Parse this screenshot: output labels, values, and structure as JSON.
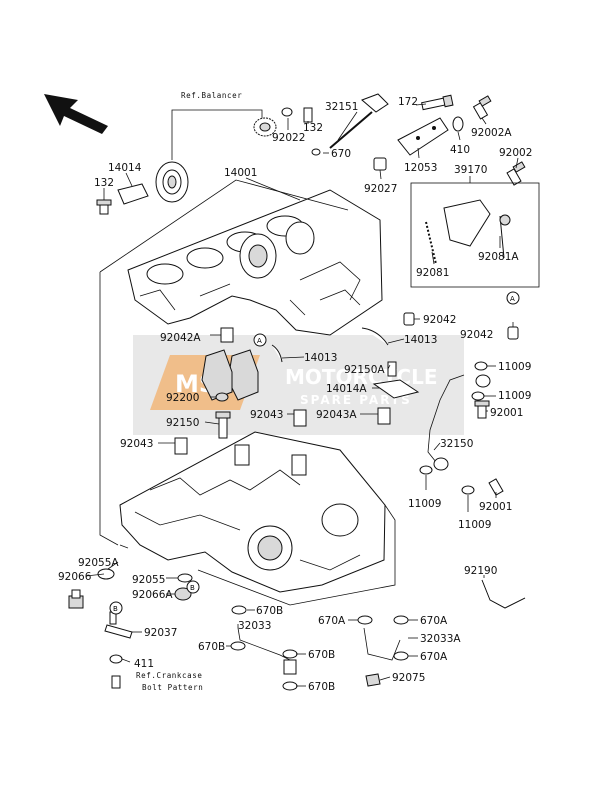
{
  "refs": {
    "balancer": "Ref.Balancer",
    "crankcase_line1": "Ref.Crankcase",
    "crankcase_line2": "Bolt Pattern"
  },
  "watermark": {
    "brand_line1": "MOTORCYCLE",
    "brand_line2": "SPARE PARTS",
    "logo_text": "MSP",
    "color": "#e4892c"
  },
  "markers": {
    "a": "A",
    "b": "B"
  },
  "labels": {
    "p32151": "32151",
    "p172": "172",
    "p92022": "92022",
    "p132_top": "132",
    "p670_top": "670",
    "p410": "410",
    "p92002A": "92002A",
    "p12053": "12053",
    "p92027": "92027",
    "p92002": "92002",
    "p39170": "39170",
    "p14014": "14014",
    "p132_left": "132",
    "p14001": "14001",
    "p92081": "92081",
    "p92081A": "92081A",
    "p92042_a": "92042",
    "p92042_b": "92042",
    "p92042A": "92042A",
    "p14013_a": "14013",
    "p14013_b": "14013",
    "p11009_a": "11009",
    "p92150A": "92150A",
    "p14014A": "14014A",
    "p11009_b": "11009",
    "p92200": "92200",
    "p92001_a": "92001",
    "p92150": "92150",
    "p92043_a": "92043",
    "p92043A": "92043A",
    "p92043_b": "92043",
    "p32150": "32150",
    "p11009_c": "11009",
    "p92001_b": "92001",
    "p11009_d": "11009",
    "p92055A": "92055A",
    "p92066": "92066",
    "p92055": "92055",
    "p92066A": "92066A",
    "p92190": "92190",
    "p670B_a": "670B",
    "p32033": "32033",
    "p670B_b": "670B",
    "p670B_c": "670B",
    "p670B_d": "670B",
    "p92037": "92037",
    "p411": "411",
    "p670A_a": "670A",
    "p670A_b": "670A",
    "p32033A": "32033A",
    "p670A_c": "670A",
    "p92075": "92075"
  }
}
